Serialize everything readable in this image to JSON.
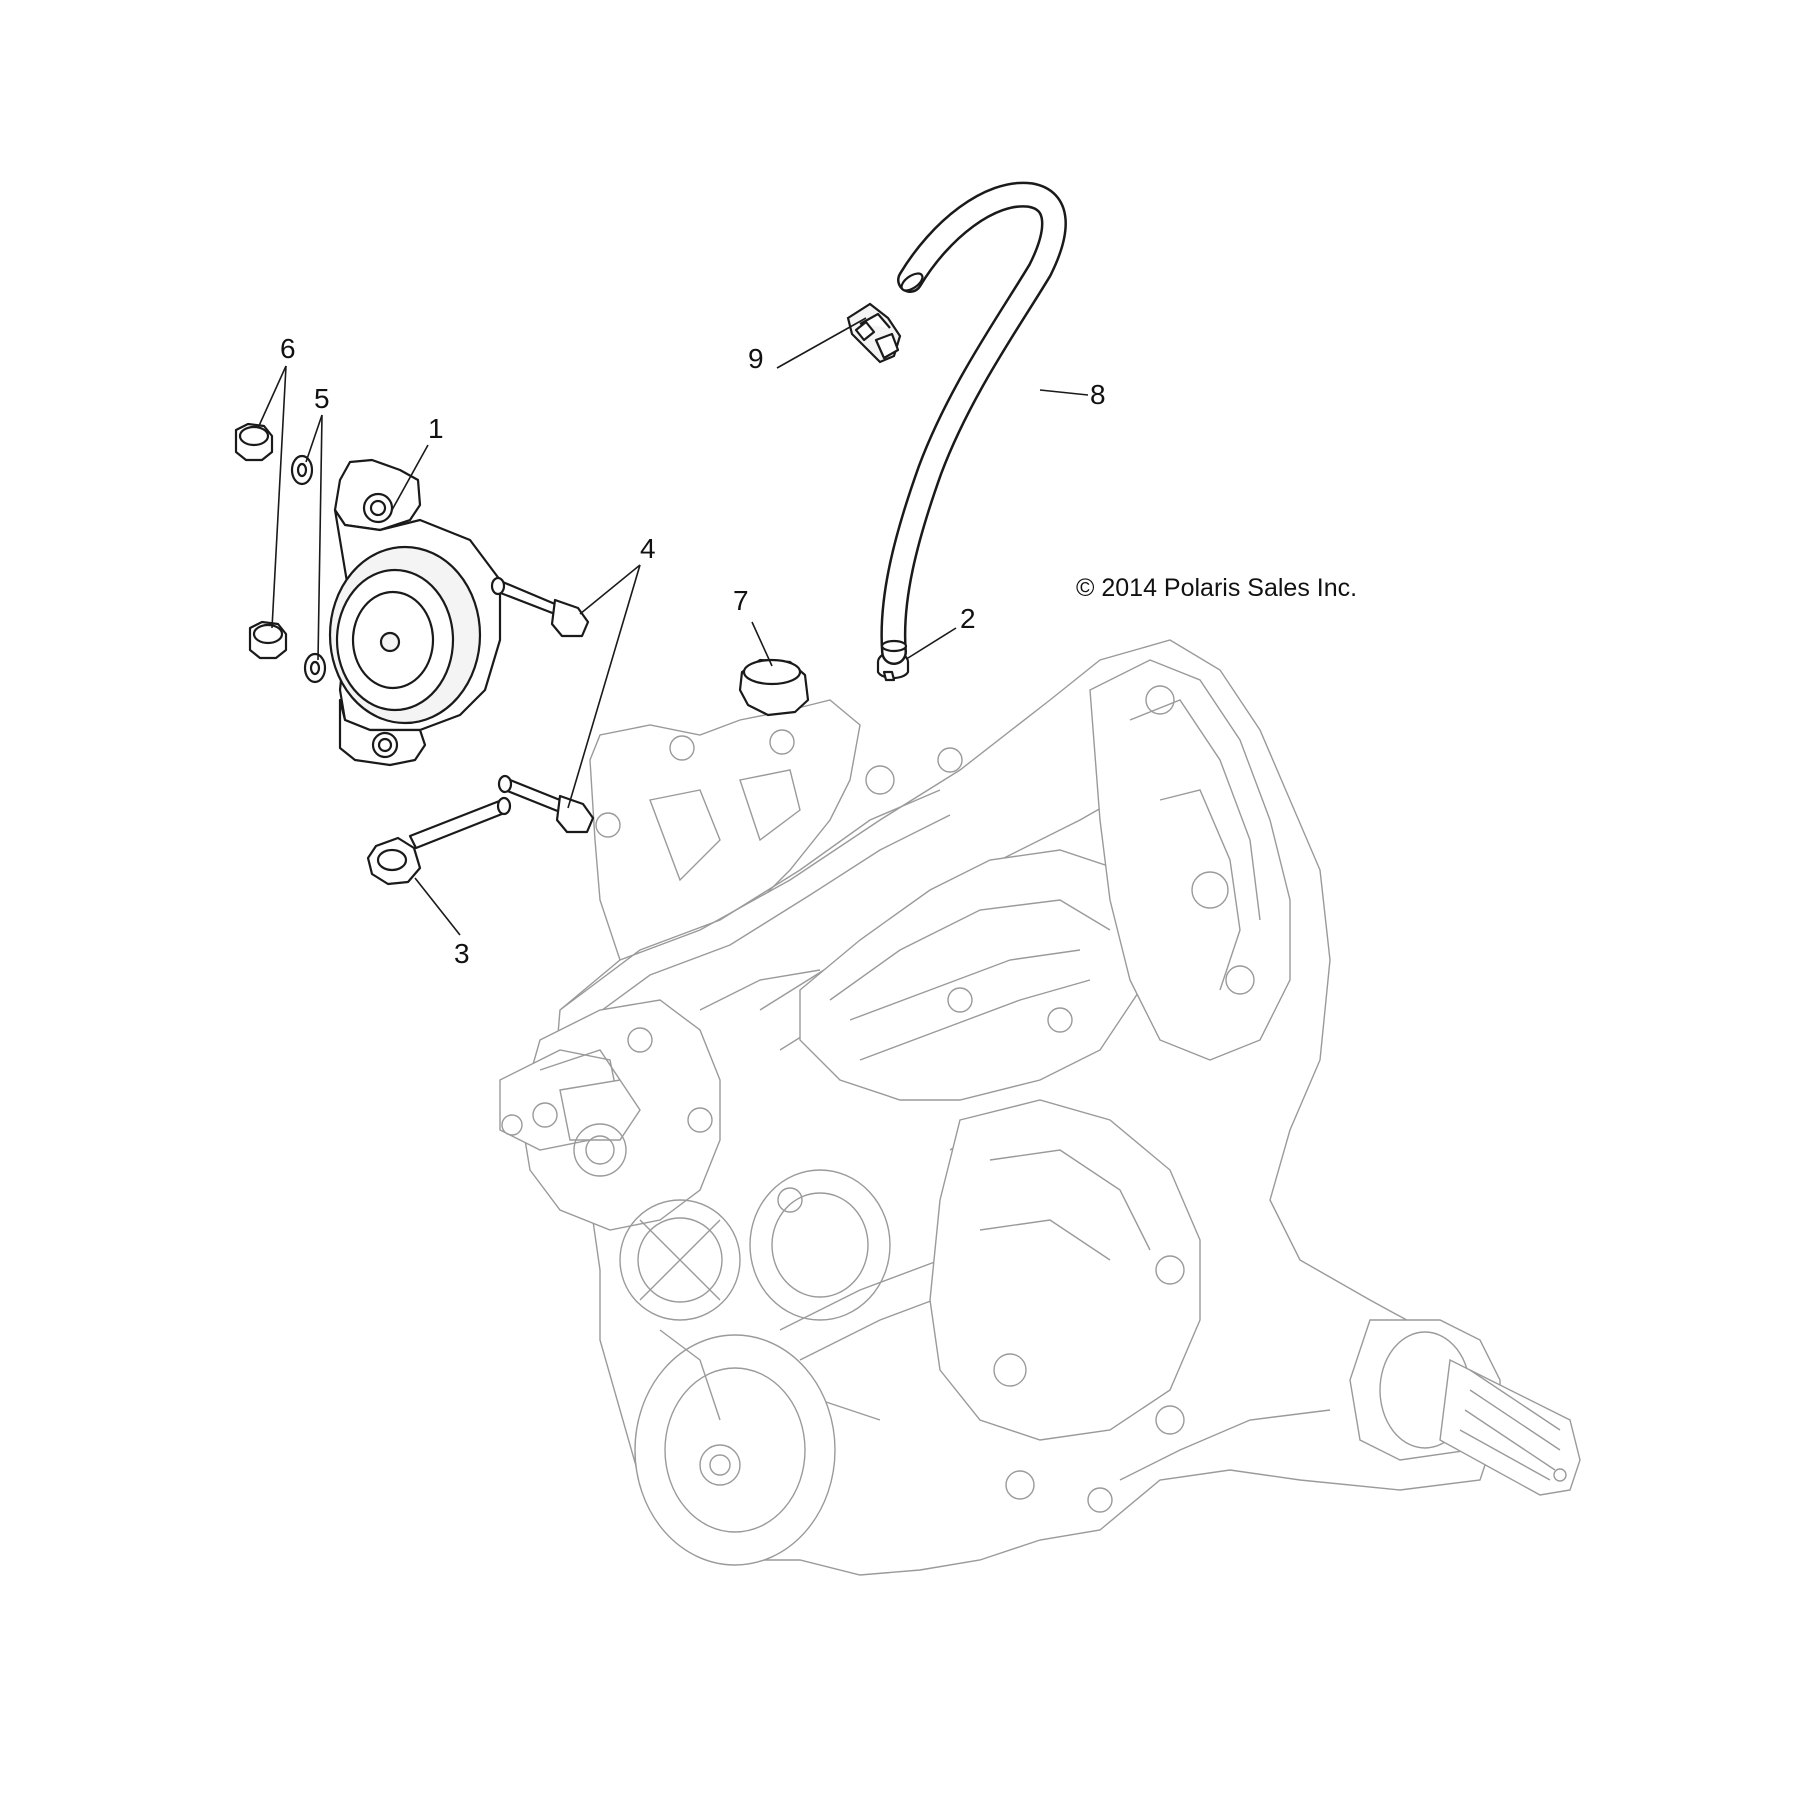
{
  "copyright": "© 2014 Polaris Sales Inc.",
  "callouts": {
    "c1": "1",
    "c2": "2",
    "c3": "3",
    "c4": "4",
    "c5": "5",
    "c6": "6",
    "c7": "7",
    "c8": "8",
    "c9": "9"
  }
}
